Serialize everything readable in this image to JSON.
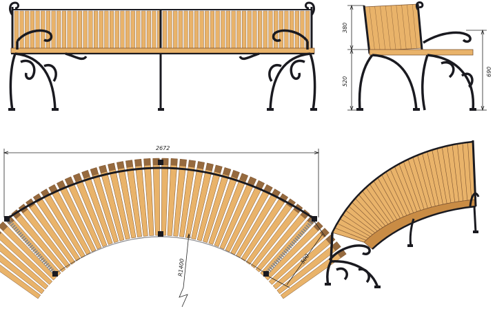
{
  "colors": {
    "wood": "#e9b36a",
    "wood_dark": "#c98c45",
    "wood_shadow": "#7a5230",
    "iron": "#1a1a20",
    "line": "#222222",
    "background": "#ffffff"
  },
  "dimensions": {
    "back_height": "380",
    "seat_height": "520",
    "total_height": "690",
    "length": "2672",
    "depth": "500",
    "radius": "R1400"
  },
  "views": {
    "front": "front-view",
    "side": "side-view",
    "plan": "top-view",
    "perspective": "perspective-view"
  }
}
